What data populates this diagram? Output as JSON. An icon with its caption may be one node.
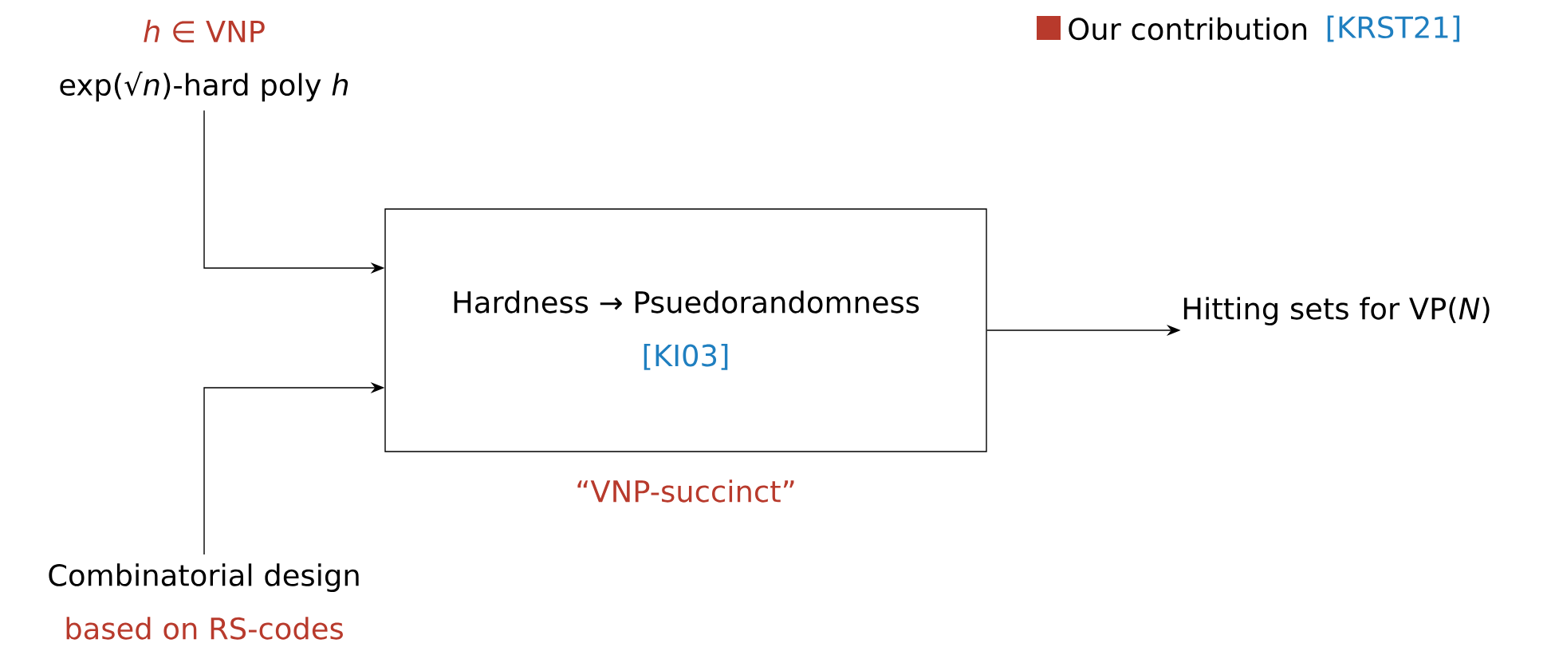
{
  "diagram": {
    "nodes": [
      {
        "text": [
          "*h* ∈ VNP",
          "exp(√*n*)-hard poly *h*"
        ]
      },
      {
        "text": [
          "Hardness → Psuedorandomness",
          "[KI03]"
        ],
        "beside": [
          "“VNP-succinct”"
        ]
      },
      {
        "text": [
          "Combinatorial design",
          "based on RS-codes"
        ]
      },
      {
        "text": [
          "Hitting sets for VP(*N*)"
        ]
      }
    ],
    "edges": [
      {
        "from": 0,
        "to": 1,
        "arrow": "to"
      },
      {
        "from": 2,
        "to": 1,
        "arrow": "to"
      },
      {
        "from": 1,
        "to": 3,
        "arrow": "to"
      }
    ],
    "labels": [
      "[KRST21]"
    ],
    "legend": [
      {
        "text": "Our contribution",
        "color": "#b83a2c"
      }
    ]
  }
}
